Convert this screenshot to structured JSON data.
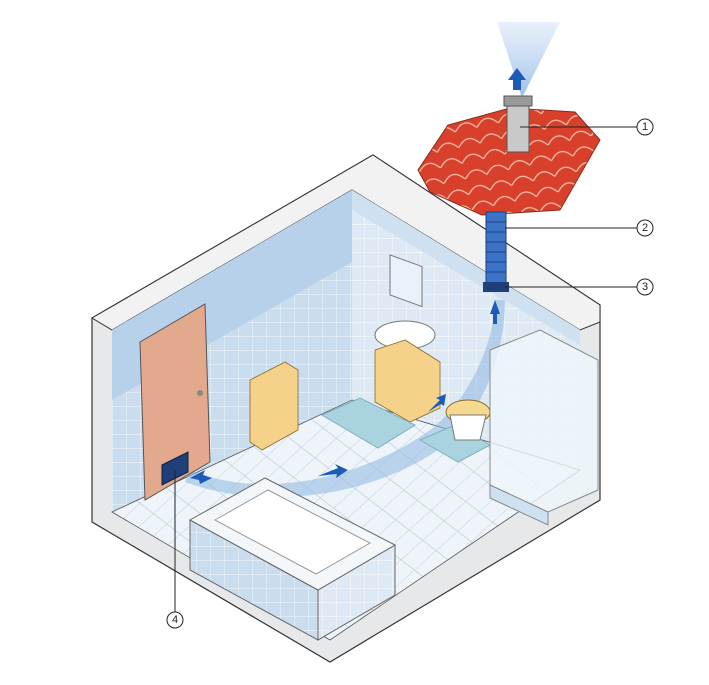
{
  "diagram": {
    "callouts": [
      {
        "id": "roof-outlet",
        "label": "1"
      },
      {
        "id": "duct",
        "label": "2"
      },
      {
        "id": "fan",
        "label": "3"
      },
      {
        "id": "air-inlet-grille",
        "label": "4"
      }
    ]
  }
}
